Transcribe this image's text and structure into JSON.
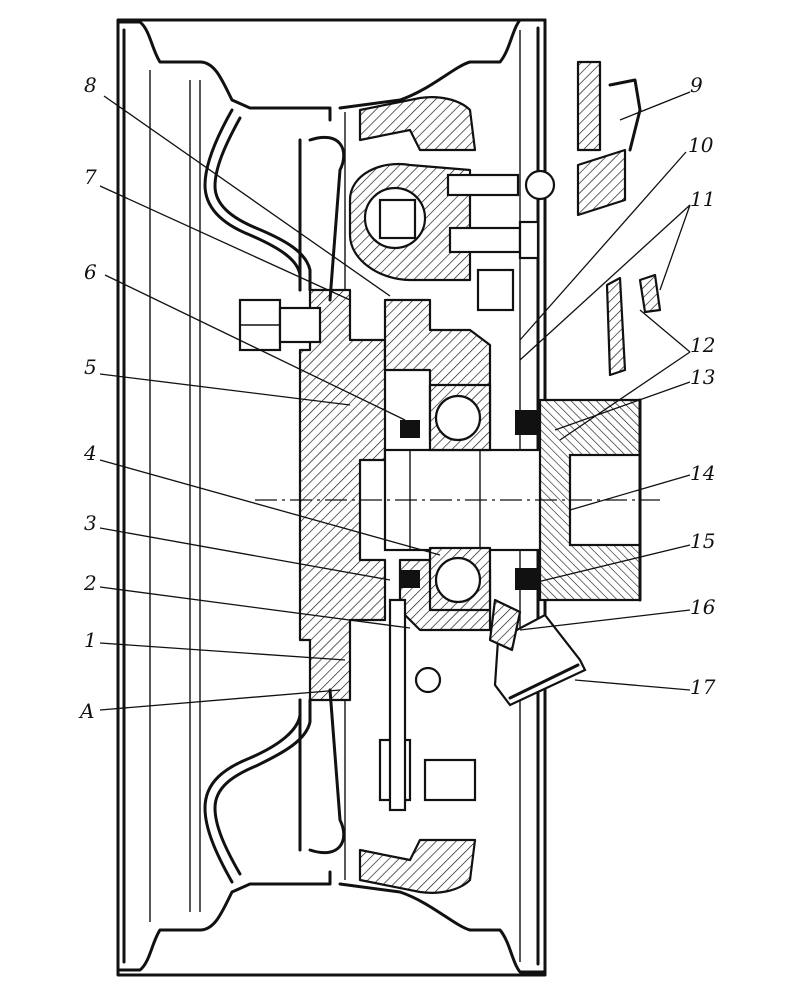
{
  "figure": {
    "labels": [
      {
        "id": "1",
        "text": "1"
      },
      {
        "id": "2",
        "text": "2"
      },
      {
        "id": "3",
        "text": "3"
      },
      {
        "id": "4",
        "text": "4"
      },
      {
        "id": "5",
        "text": "5"
      },
      {
        "id": "6",
        "text": "6"
      },
      {
        "id": "7",
        "text": "7"
      },
      {
        "id": "8",
        "text": "8"
      },
      {
        "id": "9",
        "text": "9"
      },
      {
        "id": "10",
        "text": "10"
      },
      {
        "id": "11",
        "text": "11"
      },
      {
        "id": "12",
        "text": "12"
      },
      {
        "id": "13",
        "text": "13"
      },
      {
        "id": "14",
        "text": "14"
      },
      {
        "id": "15",
        "text": "15"
      },
      {
        "id": "16",
        "text": "16"
      },
      {
        "id": "17",
        "text": "17"
      },
      {
        "id": "A",
        "text": "A"
      }
    ]
  }
}
